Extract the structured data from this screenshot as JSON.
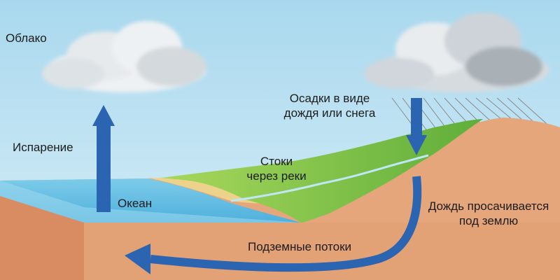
{
  "labels": {
    "cloud": "Облако",
    "evaporation": "Испарение",
    "ocean": "Океан",
    "precipitation": [
      "Осадки в виде",
      "дождя или снега"
    ],
    "runoff": [
      "Стоки",
      "через реки"
    ],
    "infiltration": [
      "Дождь просачивается",
      "под землю"
    ],
    "groundwater": "Подземные потоки"
  },
  "colors": {
    "sky": "#bfe3f2",
    "ocean": "#6cc3e6",
    "land": "#e2a178",
    "grass": "#86c84a",
    "sand": "#ecd28a",
    "arrow": "#2b64b0",
    "rain": "#7a7a7a"
  },
  "icons": [
    "cloud-icon",
    "rain-cloud-icon",
    "arrow-up-icon",
    "arrow-down-icon",
    "curved-arrow-icon"
  ]
}
